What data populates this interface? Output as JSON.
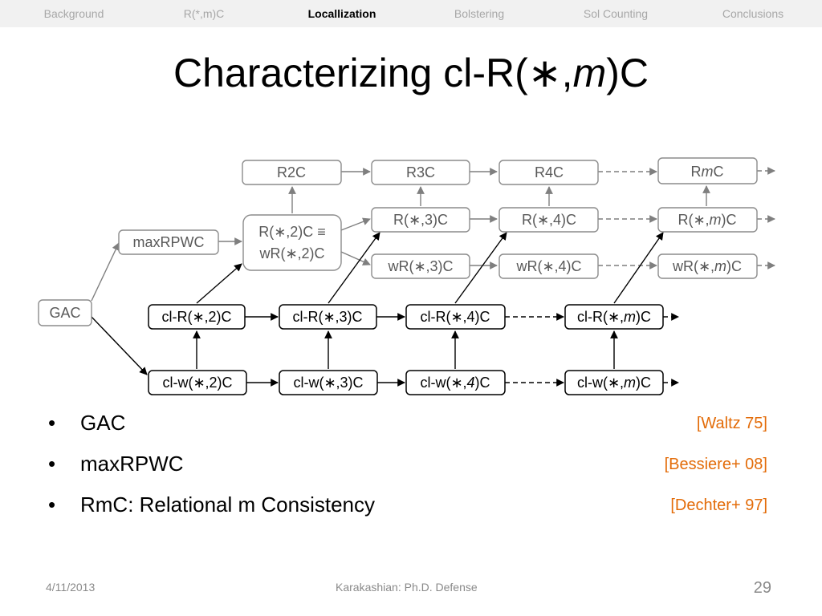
{
  "nav": {
    "items": [
      {
        "label": "Background",
        "active": false
      },
      {
        "label": "R(*,m)C",
        "active": false
      },
      {
        "label": "Locallization",
        "active": true
      },
      {
        "label": "Bolstering",
        "active": false
      },
      {
        "label": "Sol Counting",
        "active": false
      },
      {
        "label": "Conclusions",
        "active": false
      }
    ]
  },
  "title": {
    "prefix": "Characterizing cl-R(∗,",
    "italic": "m",
    "suffix": ")C"
  },
  "diagram": {
    "nodes": {
      "r2c": "R2C",
      "r3c": "R3C",
      "r4c": "R4C",
      "rmc": {
        "pre": "R",
        "it": "m",
        "post": "C"
      },
      "maxrpwc": "maxRPWC",
      "r_2c_equiv": {
        "line1": "R(∗,2)C ≡",
        "line2": "wR(∗,2)C"
      },
      "r_3c": "R(∗,3)C",
      "r_4c": "R(∗,4)C",
      "r_mc": {
        "pre": "R(∗,",
        "it": "m",
        "post": ")C"
      },
      "wr_3c": "wR(∗,3)C",
      "wr_4c": "wR(∗,4)C",
      "wr_mc": {
        "pre": "wR(∗,",
        "it": "m",
        "post": ")C"
      },
      "gac": "GAC",
      "clr_2c": "cl-R(∗,2)C",
      "clr_3c": "cl-R(∗,3)C",
      "clr_4c": "cl-R(∗,4)C",
      "clr_mc": {
        "pre": "cl-R(∗,",
        "it": "m",
        "post": ")C"
      },
      "clw_2c": "cl-w(∗,2)C",
      "clw_3c": "cl-w(∗,3)C",
      "clw_4c": {
        "pre": "cl-w(∗,",
        "it": "4",
        "post": ")C"
      },
      "clw_mc": {
        "pre": "cl-w(∗,",
        "it": "m",
        "post": ")C"
      }
    }
  },
  "bullets": [
    {
      "text": "GAC",
      "ref": "[Waltz 75]"
    },
    {
      "text": "maxRPWC",
      "ref": "[Bessiere+ 08]"
    },
    {
      "text": "RmC: Relational m Consistency",
      "ref": "[Dechter+ 97]"
    }
  ],
  "footer": {
    "date": "4/11/2013",
    "center": "Karakashian: Ph.D. Defense",
    "page": "29"
  },
  "colors": {
    "gray_stroke": "#7f7f7f",
    "gray_text": "#595959",
    "reference": "#e36c09"
  }
}
